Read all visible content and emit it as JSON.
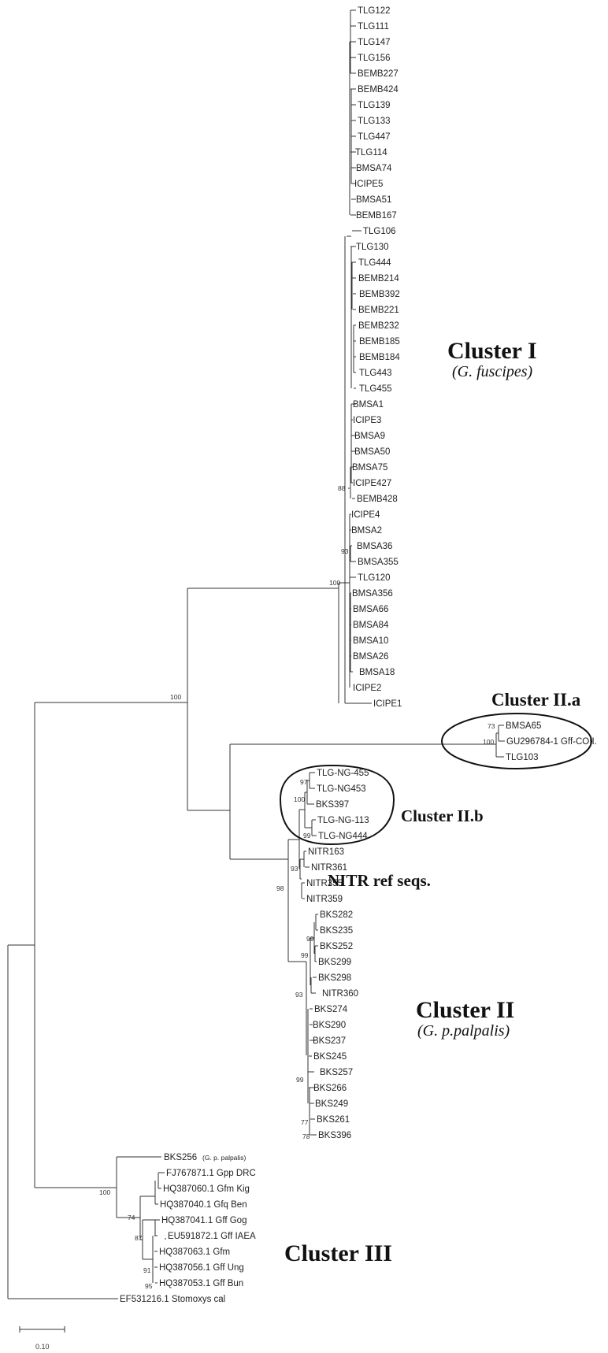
{
  "tree": {
    "cluster_I": {
      "title": "Cluster I",
      "subtitle": "(G. fuscipes)",
      "taxa": [
        "TLG122",
        "TLG111",
        "TLG147",
        "TLG156",
        "BEMB227",
        "BEMB424",
        "TLG139",
        "TLG133",
        "TLG447",
        "TLG114",
        "BMSA74",
        "ICIPE5",
        "BMSA51",
        "BEMB167",
        "TLG106",
        "TLG130",
        "TLG444",
        "BEMB214",
        "BEMB392",
        "BEMB221",
        "BEMB232",
        "BEMB185",
        "BEMB184",
        "TLG443",
        "TLG455",
        "BMSA1",
        "ICIPE3",
        "BMSA9",
        "BMSA50",
        "BMSA75",
        "ICIPE427",
        "BEMB428",
        "ICIPE4",
        "BMSA2",
        "BMSA36",
        "BMSA355",
        "TLG120",
        "BMSA356",
        "BMSA66",
        "BMSA84",
        "BMSA10",
        "BMSA26",
        "BMSA18",
        "ICIPE2",
        "ICIPE1"
      ]
    },
    "cluster_IIa": {
      "title": "Cluster II.a",
      "taxa": [
        "BMSA65",
        "GU296784-1 Gff-COII.",
        "TLG103"
      ]
    },
    "cluster_IIb": {
      "title": "Cluster II.b",
      "taxa": [
        "TLG-NG-455",
        "TLG-NG453",
        "BKS397",
        "TLG-NG-113",
        "TLG-NG444"
      ]
    },
    "nitr": {
      "title": "NITR ref seqs.",
      "taxa": [
        "NITR163",
        "NITR361",
        "NITR355",
        "NITR359"
      ]
    },
    "cluster_II": {
      "title": "Cluster II",
      "subtitle": "(G. p.palpalis)",
      "taxa": [
        "BKS282",
        "BKS235",
        "BKS252",
        "BKS299",
        "BKS298",
        "NITR360",
        "BKS274",
        "BKS290",
        "BKS237",
        "BKS245",
        "BKS257",
        "BKS266",
        "BKS249",
        "BKS261",
        "BKS396"
      ]
    },
    "cluster_III": {
      "title": "Cluster III",
      "first_taxon": "BKS256",
      "first_taxon_note": "(G. p. palpalis)",
      "taxa": [
        "FJ767871.1 Gpp DRC",
        "HQ387060.1 Gfm Kig",
        "HQ387040.1 Gfq Ben",
        "HQ387041.1 Gff Gog",
        "EU591872.1 Gff IAEA",
        "HQ387063.1 Gfm",
        "HQ387056.1 Gff Ung",
        "HQ387053.1 Gff Bun"
      ]
    },
    "outgroup": "EF531216.1 Stomoxys cal",
    "bootstrap": {
      "b88": "88",
      "b93a": "93",
      "b100a": "100",
      "b100root": "100",
      "b73": "73",
      "b100b": "100",
      "b97": "97",
      "b100c": "100",
      "b99a": "99",
      "b93b": "93",
      "b98": "98",
      "b99b": "99",
      "b99c": "99",
      "b93c": "93",
      "b99d": "99",
      "b77": "77",
      "b78": "78",
      "b100d": "100",
      "b74": "74",
      "b87": "87",
      "b91": "91",
      "b95": "95"
    },
    "scale_label": "0.10"
  }
}
